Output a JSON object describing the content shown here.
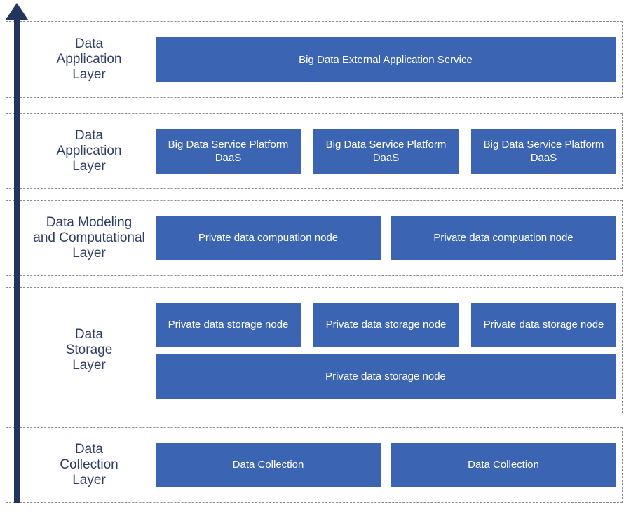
{
  "layers": {
    "app": {
      "label": [
        "Data",
        "Application",
        "Layer"
      ]
    },
    "platform": {
      "label": [
        "Data",
        "Application",
        "Layer"
      ]
    },
    "modeling": {
      "label": [
        "Data Modeling",
        "and Computational",
        "Layer"
      ]
    },
    "storage": {
      "label": [
        "Data",
        "Storage",
        "Layer"
      ]
    },
    "collection": {
      "label": [
        "Data",
        "Collection",
        "Layer"
      ]
    }
  },
  "boxes": {
    "external_service": "Big Data External Application Service",
    "platform": [
      {
        "line1": "Big Data Service Platform",
        "line2": "DaaS"
      },
      {
        "line1": "Big Data Service Platform",
        "line2": "DaaS"
      },
      {
        "line1": "Big Data Service Platform",
        "line2": "DaaS"
      }
    ],
    "computation": [
      "Private data compuation node",
      "Private data compuation node"
    ],
    "storage_top": [
      "Private data storage node",
      "Private data storage node",
      "Private data storage node"
    ],
    "storage_bottom": "Private data storage node",
    "collection": [
      "Data Collection",
      "Data Collection"
    ]
  },
  "colors": {
    "box_fill": "#3b64b3",
    "arrow": "#22355f",
    "label_text": "#2f3f63",
    "dashed_border": "#8a8a8a"
  },
  "icons": {
    "axis": "up-arrow-icon"
  }
}
